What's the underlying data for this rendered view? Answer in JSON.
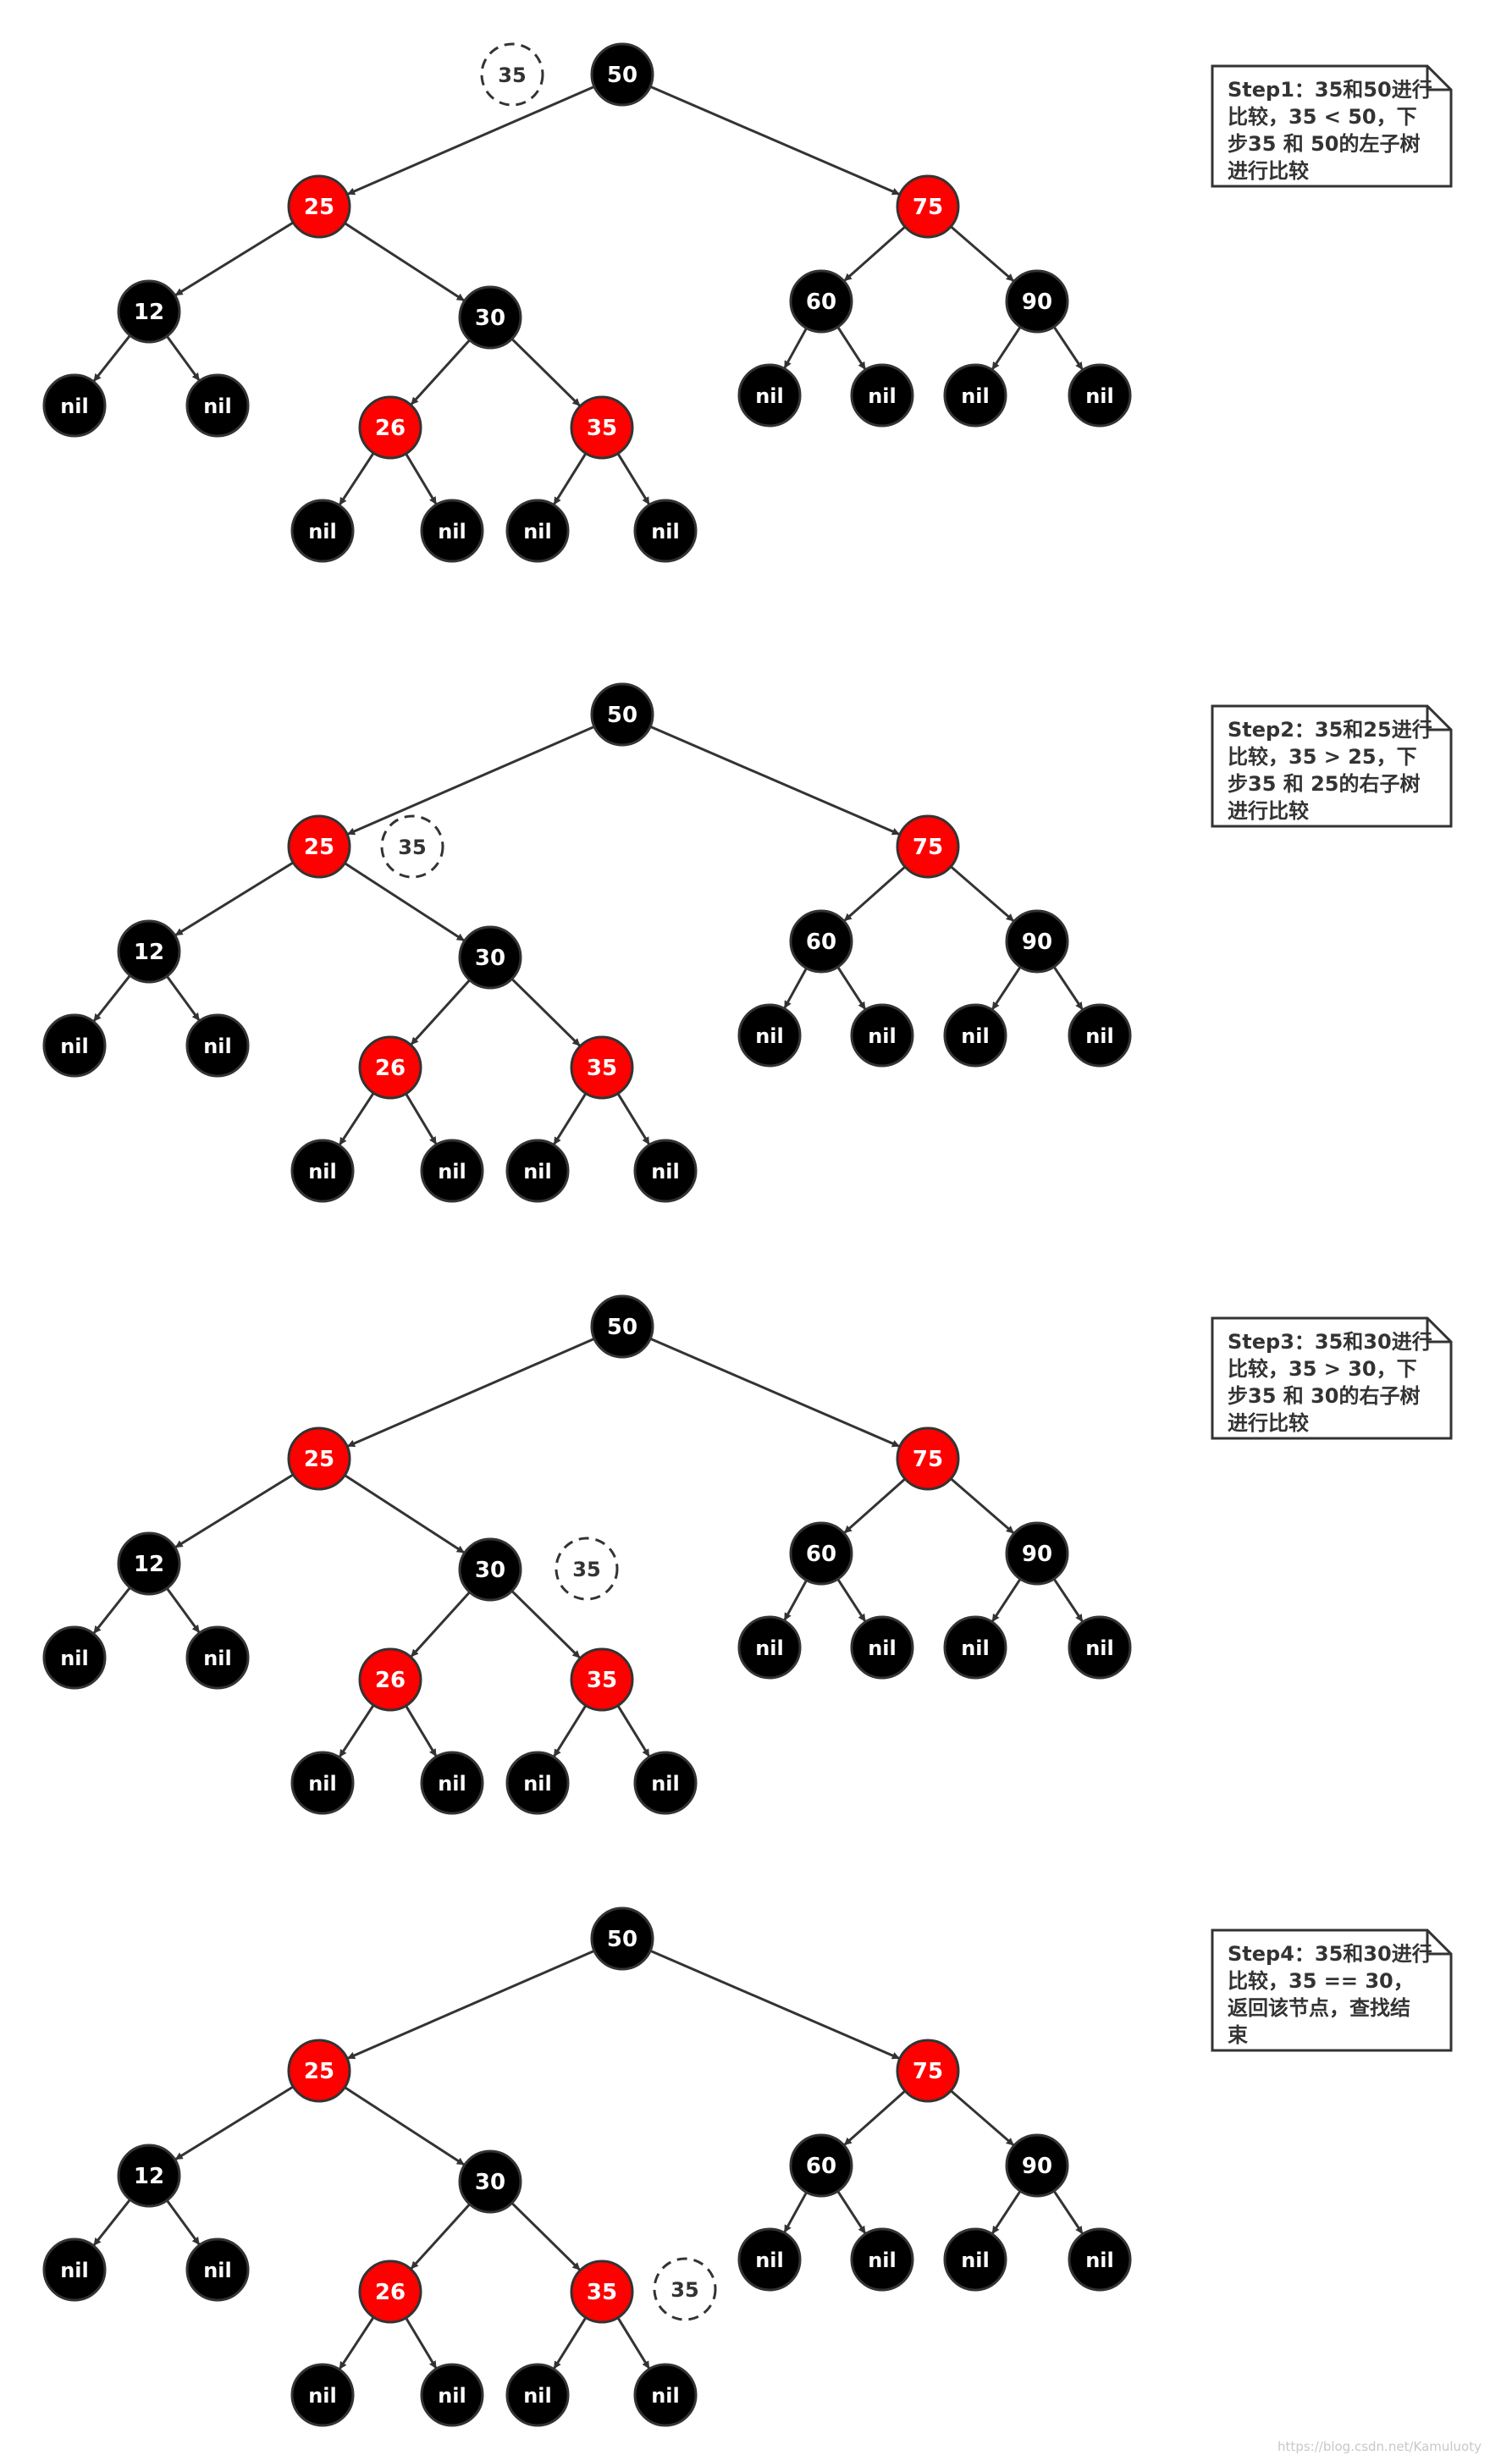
{
  "diagram": {
    "colors": {
      "black_node": "#000000",
      "red_node": "#ff0000",
      "node_stroke": "#333333",
      "edge": "#333333",
      "text": "#ffffff",
      "note_border": "#333333"
    },
    "tree": {
      "nodes": [
        {
          "id": "n50",
          "label": "50",
          "color": "black"
        },
        {
          "id": "n25",
          "label": "25",
          "color": "red"
        },
        {
          "id": "n75",
          "label": "75",
          "color": "red"
        },
        {
          "id": "n12",
          "label": "12",
          "color": "black"
        },
        {
          "id": "n30",
          "label": "30",
          "color": "black"
        },
        {
          "id": "n60",
          "label": "60",
          "color": "black"
        },
        {
          "id": "n90",
          "label": "90",
          "color": "black"
        },
        {
          "id": "n26",
          "label": "26",
          "color": "red"
        },
        {
          "id": "n35",
          "label": "35",
          "color": "red"
        },
        {
          "id": "nil12L",
          "label": "nil",
          "color": "black"
        },
        {
          "id": "nil12R",
          "label": "nil",
          "color": "black"
        },
        {
          "id": "nil26L",
          "label": "nil",
          "color": "black"
        },
        {
          "id": "nil26R",
          "label": "nil",
          "color": "black"
        },
        {
          "id": "nil35L",
          "label": "nil",
          "color": "black"
        },
        {
          "id": "nil35R",
          "label": "nil",
          "color": "black"
        },
        {
          "id": "nil60L",
          "label": "nil",
          "color": "black"
        },
        {
          "id": "nil60R",
          "label": "nil",
          "color": "black"
        },
        {
          "id": "nil90L",
          "label": "nil",
          "color": "black"
        },
        {
          "id": "nil90R",
          "label": "nil",
          "color": "black"
        }
      ],
      "edges": [
        [
          "n50",
          "n25"
        ],
        [
          "n50",
          "n75"
        ],
        [
          "n25",
          "n12"
        ],
        [
          "n25",
          "n30"
        ],
        [
          "n12",
          "nil12L"
        ],
        [
          "n12",
          "nil12R"
        ],
        [
          "n30",
          "n26"
        ],
        [
          "n30",
          "n35"
        ],
        [
          "n26",
          "nil26L"
        ],
        [
          "n26",
          "nil26R"
        ],
        [
          "n35",
          "nil35L"
        ],
        [
          "n35",
          "nil35R"
        ],
        [
          "n75",
          "n60"
        ],
        [
          "n75",
          "n90"
        ],
        [
          "n60",
          "nil60L"
        ],
        [
          "n60",
          "nil60R"
        ],
        [
          "n90",
          "nil90L"
        ],
        [
          "n90",
          "nil90R"
        ]
      ]
    },
    "steps": [
      {
        "search_value": "35",
        "beside": "n50",
        "note": [
          "Step1：35和50进行",
          "比较，35 < 50，下",
          "步35 和 50的左子树",
          "进行比较"
        ]
      },
      {
        "search_value": "35",
        "beside": "n25",
        "note": [
          "Step2：35和25进行",
          "比较，35 > 25，下",
          "步35 和 25的右子树",
          "进行比较"
        ]
      },
      {
        "search_value": "35",
        "beside": "n30",
        "note": [
          "Step3：35和30进行",
          "比较，35 > 30，下",
          "步35 和 30的右子树",
          "进行比较"
        ]
      },
      {
        "search_value": "35",
        "beside": "n35",
        "note": [
          "Step4：35和30进行",
          "比较，35 == 30，",
          "返回该节点，查找结",
          "束"
        ]
      }
    ],
    "watermark": "https://blog.csdn.net/Kamuluoty"
  }
}
